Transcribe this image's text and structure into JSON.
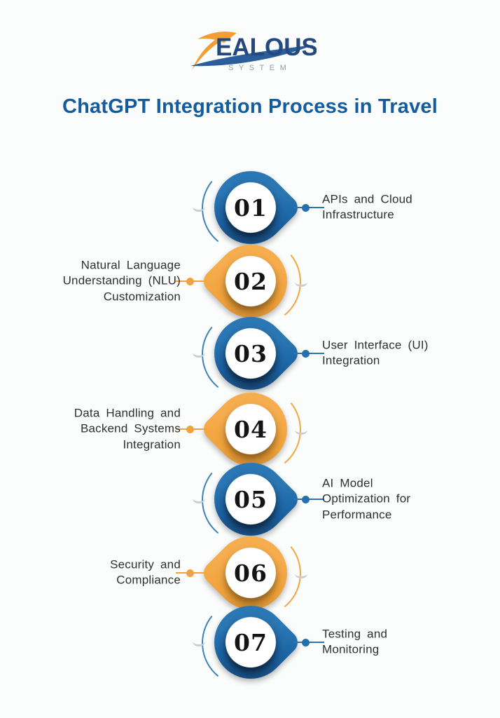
{
  "logo": {
    "rest": "EALOUS",
    "system": "SYSTEM",
    "z_color": "#f49d35",
    "swoosh_color": "#2b5d9b",
    "letters_color": "#25497f",
    "system_color": "#94a0ad"
  },
  "title": {
    "text": "ChatGPT Integration Process in Travel",
    "color": "#135c9e"
  },
  "colors": {
    "blue": "#1c64a4",
    "blue_dark": "#153f66",
    "orange": "#f2a23c",
    "orange_dark": "#c5832c",
    "label_text": "#303030",
    "number_text": "#141414",
    "tick_gray": "#c8cdd2"
  },
  "steps": [
    {
      "number": "01",
      "label": "APIs and Cloud\nInfrastructure",
      "side": "right",
      "color": "blue"
    },
    {
      "number": "02",
      "label": "Natural Language\nUnderstanding (NLU)\nCustomization",
      "side": "left",
      "color": "orange"
    },
    {
      "number": "03",
      "label": "User Interface (UI)\nIntegration",
      "side": "right",
      "color": "blue"
    },
    {
      "number": "04",
      "label": "Data Handling and\nBackend Systems\nIntegration",
      "side": "left",
      "color": "orange"
    },
    {
      "number": "05",
      "label": "AI Model\nOptimization for\nPerformance",
      "side": "right",
      "color": "blue"
    },
    {
      "number": "06",
      "label": "Security and\nCompliance",
      "side": "left",
      "color": "orange"
    },
    {
      "number": "07",
      "label": "Testing and\nMonitoring",
      "side": "right",
      "color": "blue"
    }
  ]
}
